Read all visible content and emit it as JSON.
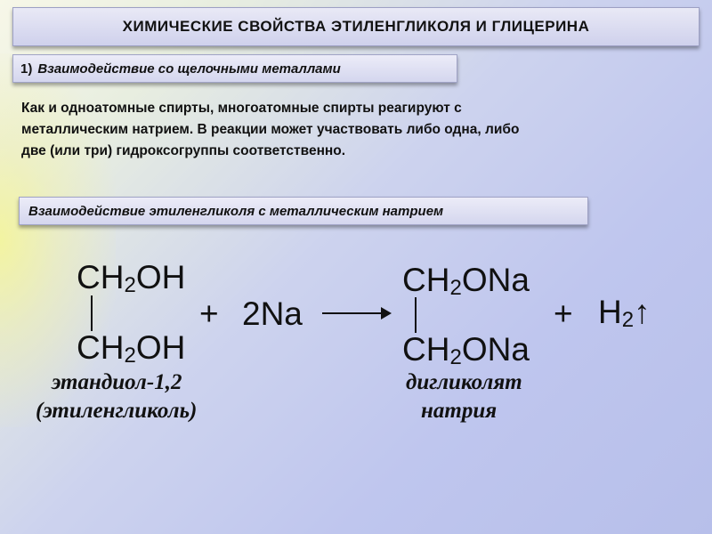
{
  "title": "ХИМИЧЕСКИЕ СВОЙСТВА ЭТИЛЕНГЛИКОЛЯ И ГЛИЦЕРИНА",
  "section": {
    "number": "1)",
    "heading": "Взаимодействие со щелочными металлами"
  },
  "paragraph": {
    "lines": [
      "Как и одноатомные спирты, многоатомные спирты реагируют с",
      "металлическим натрием. В реакции может участвовать либо одна, либо",
      "две (или три) гидроксогруппы соответственно."
    ]
  },
  "subsection": "Взаимодействие этиленгликоля с металлическим натрием",
  "reaction": {
    "reactant": {
      "base": "CH",
      "sub": "2",
      "group": "OH"
    },
    "plus1": "+",
    "reagent": "2Na",
    "product": {
      "base": "CH",
      "sub": "2",
      "group": "ONa"
    },
    "plus2": "+",
    "gas": {
      "base": "H",
      "sub": "2",
      "arrow": "↑"
    },
    "reactant_caption": [
      "этандиол-1,2",
      "(этиленгликоль)"
    ],
    "product_caption": [
      "дигликолят",
      "натрия"
    ]
  }
}
